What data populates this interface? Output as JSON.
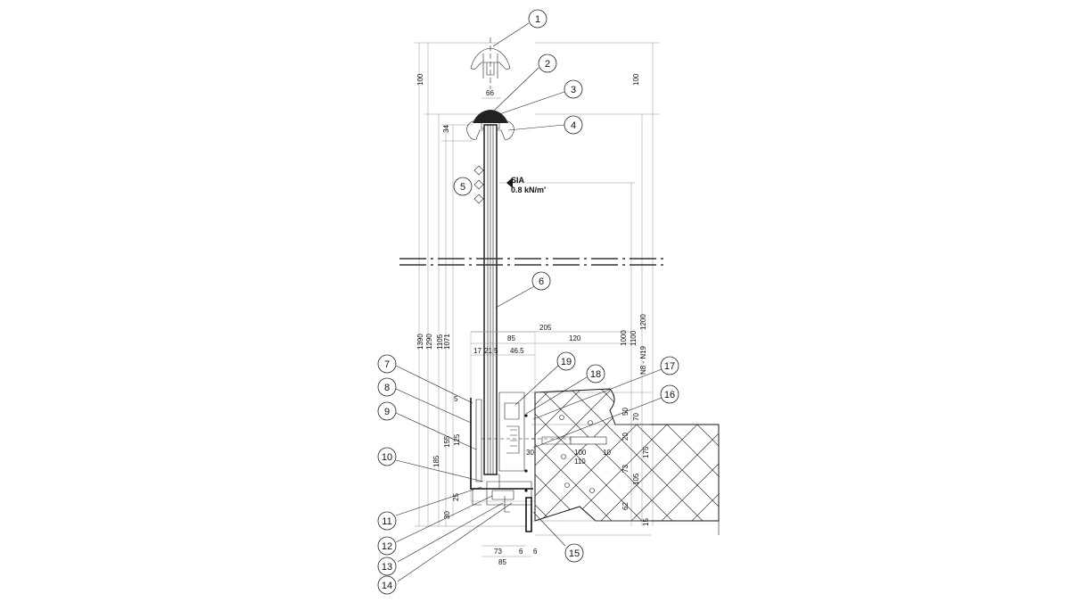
{
  "callouts": [
    "1",
    "2",
    "3",
    "4",
    "5",
    "6",
    "7",
    "8",
    "9",
    "10",
    "11",
    "12",
    "13",
    "14",
    "15",
    "16",
    "17",
    "18",
    "19"
  ],
  "load": {
    "standard": "SIA",
    "value": "0.8 kN/m'"
  },
  "dims": {
    "top_left_100": "100",
    "top_right_100": "100",
    "rail_width": "66",
    "rail_height": "34",
    "total_depth": "205",
    "d85_top": "85",
    "d120": "120",
    "d17": "17",
    "d21": "21",
    "d5": "5",
    "d46_5": "46.5",
    "h1390": "1390",
    "h1290": "1290",
    "h1105": "1105",
    "h1071": "1071",
    "h1000": "1000",
    "h1100": "1100",
    "h1200": "1200",
    "levels": "N8 - N19",
    "h185": "185",
    "h155": "155",
    "h125": "125",
    "h5": "5",
    "h25": "25",
    "h30_left": "30",
    "d73": "73",
    "d6a": "6",
    "d6b": "6",
    "d85_bottom": "85",
    "h50": "50",
    "h70": "70",
    "h20": "20",
    "h175": "175",
    "h30_mid": "30",
    "h100": "100",
    "h110": "110",
    "h10": "10",
    "h73": "73",
    "h105": "105",
    "h62": "62",
    "h15": "15"
  }
}
